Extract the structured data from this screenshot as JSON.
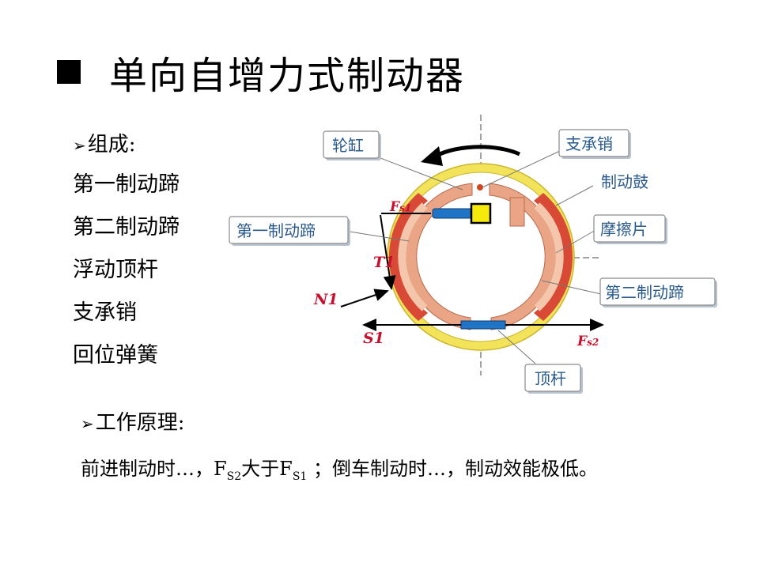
{
  "title": "单向自增力式制动器",
  "composition": {
    "heading": "组成:",
    "items": [
      "第一制动蹄",
      "第二制动蹄",
      "浮动顶杆",
      "支承销",
      "回位弹簧"
    ]
  },
  "working": {
    "heading": "工作原理:",
    "p1": "前进制动时…，F",
    "s2": "S2",
    "p2": "大于F",
    "s1": "S1",
    "p3": " ；倒车制动时…，制动效能极低。"
  },
  "diagram": {
    "labels": {
      "wheel_cylinder": "轮缸",
      "support_pin": "支承销",
      "brake_drum": "制动鼓",
      "first_shoe": "第一制动蹄",
      "friction_lining": "摩擦片",
      "second_shoe": "第二制动蹄",
      "push_rod": "顶杆"
    },
    "forces": {
      "fs1": "Fs1",
      "t1": "T1",
      "n1": "N1",
      "s1": "S1",
      "fs2": "Fs2"
    },
    "colors": {
      "drum_outer": "#f2e35a",
      "lining": "#d84a35",
      "shoe": "#e9a585",
      "force_red": "#c8102e",
      "label_blue": "#2a5a8a"
    }
  }
}
